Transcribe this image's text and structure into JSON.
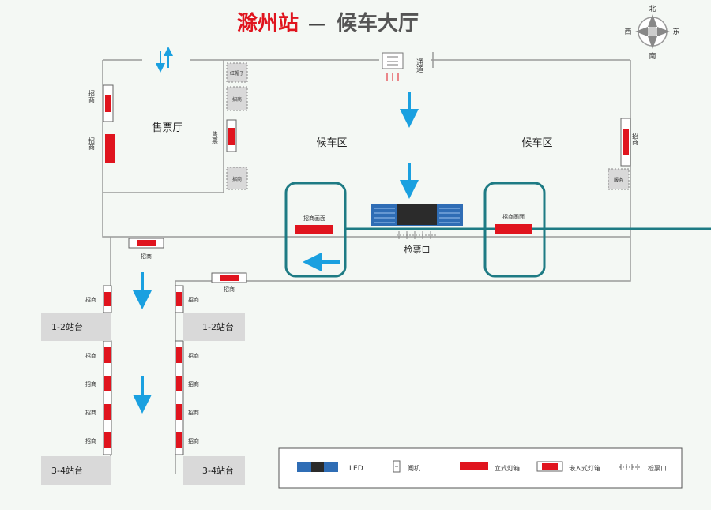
{
  "title": {
    "station": "滁州站",
    "dash": "—",
    "hall": "候车大厅"
  },
  "compass": {
    "north": "北",
    "south": "南",
    "east": "东",
    "west": "西"
  },
  "areas": {
    "ticket_hall": "售票厅",
    "waiting_left": "候车区",
    "waiting_right": "候车区",
    "ticket_check": "检票口"
  },
  "labels": {
    "passage": "通道",
    "left_panel_1": "招商",
    "left_panel_2": "招商",
    "ticket_panel": "售票",
    "right_panel": "招商",
    "red_cap": "红帽子",
    "booth_mid": "招商",
    "booth_low": "招商",
    "right_service": "服务",
    "box_left": "招商画面",
    "box_right": "招商画面",
    "under_left": "招商",
    "mid_panel": "招商"
  },
  "platforms": {
    "left_top": "1-2站台",
    "mid_top": "1-2站台",
    "left_bottom": "3-4站台",
    "mid_bottom": "3-4站台",
    "corridor_label": "招商"
  },
  "legend": {
    "led": "LED",
    "gate": "闸机",
    "standing_lightbox": "立式灯箱",
    "embedded_lightbox": "嵌入式灯箱",
    "check_gate": "检票口"
  },
  "colors": {
    "red": "#e0141e",
    "teal": "#1e7b84",
    "arrow_blue": "#1aa0e0",
    "wall": "#9a9a9a",
    "led_blue": "#2f6db5",
    "platform_gray": "#d9d9d9"
  }
}
